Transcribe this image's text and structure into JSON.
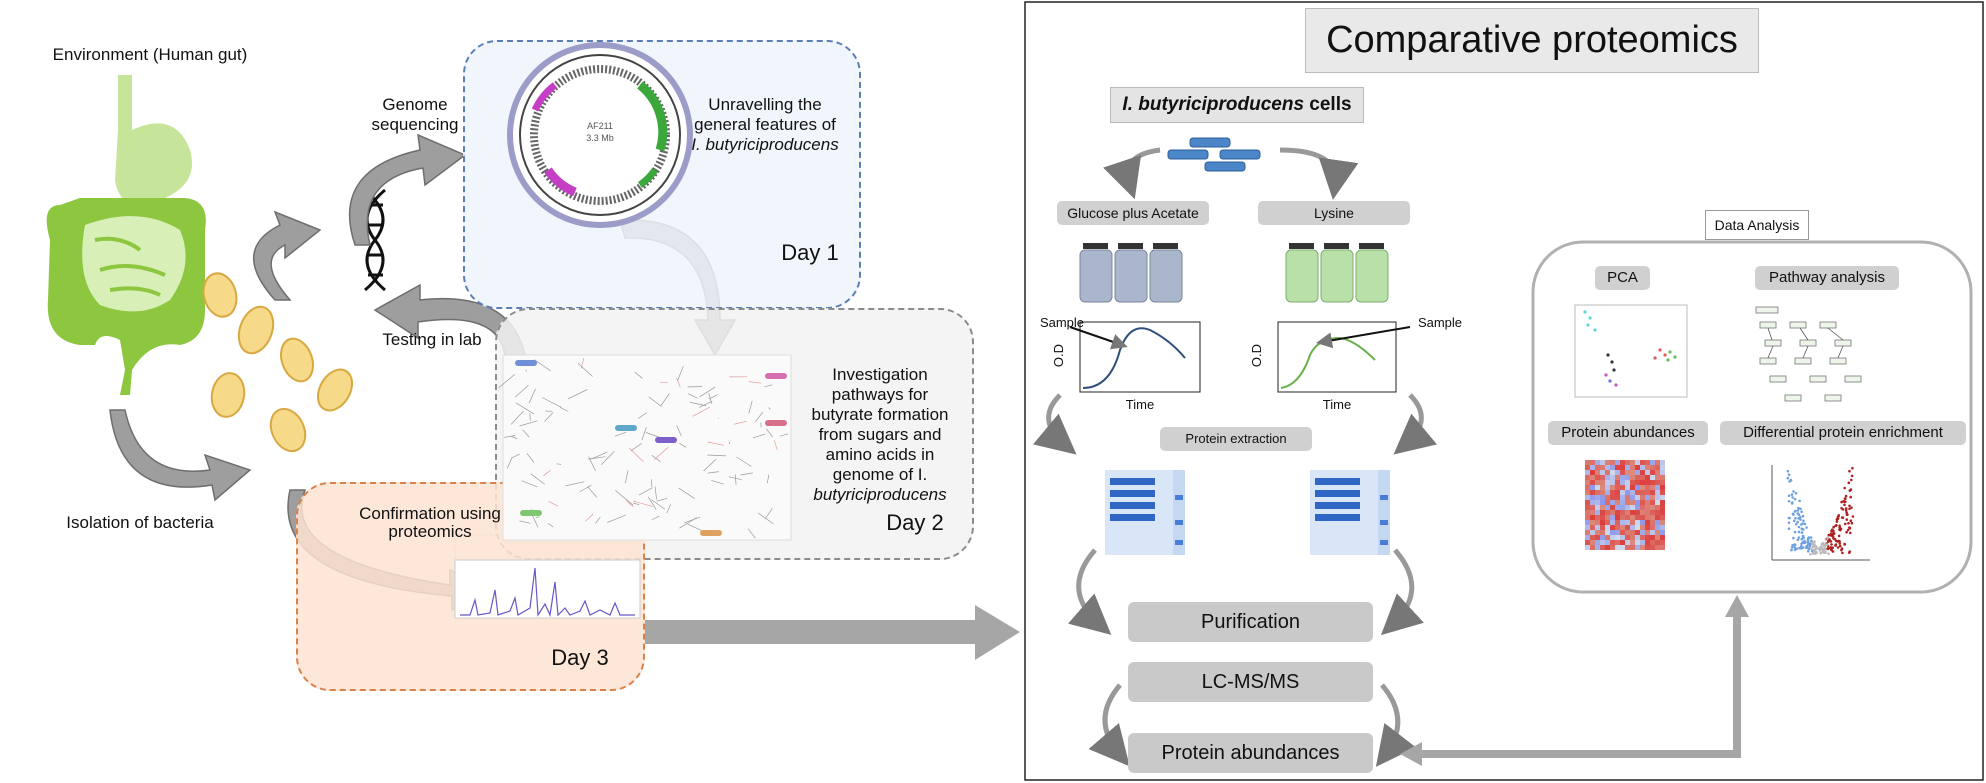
{
  "left": {
    "environment_label": "Environment (Human gut)",
    "isolation_label": "Isolation of bacteria",
    "genome_seq_label": "Genome sequencing",
    "testing_label": "Testing in lab",
    "day1": {
      "text_line1": "Unravelling the",
      "text_line2": "general features of",
      "text_line3": "I. butyriciproducens",
      "day": "Day 1",
      "genome_map_label": "AF211",
      "genome_map_size": "3.3 Mb"
    },
    "day2": {
      "text_lines": [
        "Investigation",
        "pathways for",
        "butyrate formation",
        "from sugars and",
        "amino acids in",
        "genome of I.",
        "butyriciproducens"
      ],
      "day": "Day 2"
    },
    "day3": {
      "text_line1": "Confirmation using",
      "text_line2": "proteomics",
      "day": "Day 3"
    }
  },
  "right": {
    "title": "Comparative proteomics",
    "cells_label_italic": "I. butyriciproducens",
    "cells_label_rest": " cells",
    "condition1": "Glucose plus Acetate",
    "condition2": "Lysine",
    "sample_label_left": "Sample",
    "sample_label_right": "Sample",
    "od_label": "O.D",
    "time_label": "Time",
    "protein_extraction": "Protein extraction",
    "purification": "Purification",
    "lcms": "LC-MS/MS",
    "protein_abundances": "Protein abundances",
    "data_analysis": {
      "title": "Data Analysis",
      "pca": "PCA",
      "pathway": "Pathway analysis",
      "protein_abund": "Protein abundances",
      "diff": "Differential protein enrichment"
    }
  },
  "colors": {
    "day1_fill": "#eef3fb",
    "day1_border": "#5b7fb5",
    "day2_fill": "#f2f2f2",
    "day2_border": "#8c8c8c",
    "day3_fill": "#fbe3d2",
    "day3_border": "#d9824a",
    "gut_green": "#8dc63f",
    "arrow_grey": "#a6a6a6",
    "bottle_blue": "#a9b6cc",
    "bottle_green": "#b8e0a8"
  }
}
